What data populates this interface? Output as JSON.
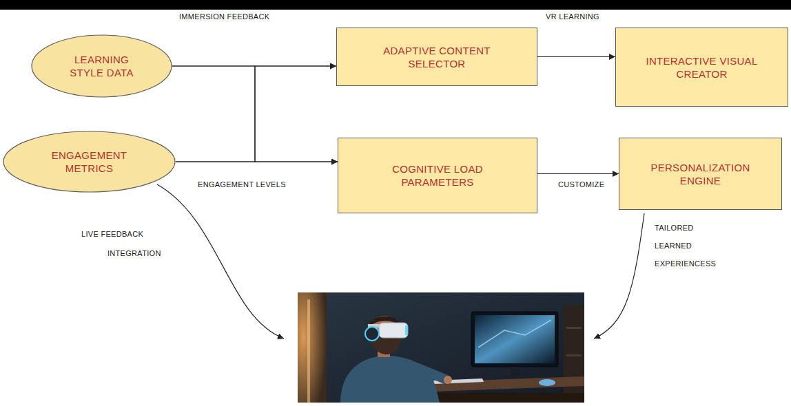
{
  "diagram": {
    "nodes": [
      {
        "text": [
          "LEARNING STYLE DATA"
        ]
      },
      {
        "text": [
          "ADAPTIVE CONTENT SELECTOR"
        ]
      },
      {
        "text": [
          "INTERACTIVE VISUAL CREATOR"
        ]
      },
      {
        "text": [
          "ENGAGEMENT METRICS"
        ]
      },
      {
        "text": [
          "COGNITIVE LOAD PARAMETERS"
        ]
      },
      {
        "text": [
          "PERSONALIZATION ENGINE"
        ]
      }
    ],
    "edges": [
      {
        "from": 0,
        "to": 1,
        "arrow": "to",
        "label": "IMMERSION FEEDBACK"
      },
      {
        "from": 3,
        "to": 4,
        "arrow": "to",
        "label": "ENGAGEMENT LEVELS"
      },
      {
        "from": 0,
        "to": 4,
        "arrow": "to"
      },
      {
        "from": 3,
        "to": 1,
        "arrow": "to"
      },
      {
        "from": 1,
        "to": 2,
        "arrow": "to",
        "label": "VR LEARNING"
      },
      {
        "from": 4,
        "to": 5,
        "arrow": "to",
        "label": "CUSTOMIZE"
      }
    ],
    "labels": [
      "LIVE FEEDBACK INTEGRATION",
      "TAILORED LEARNED EXPERIENCESS"
    ]
  }
}
